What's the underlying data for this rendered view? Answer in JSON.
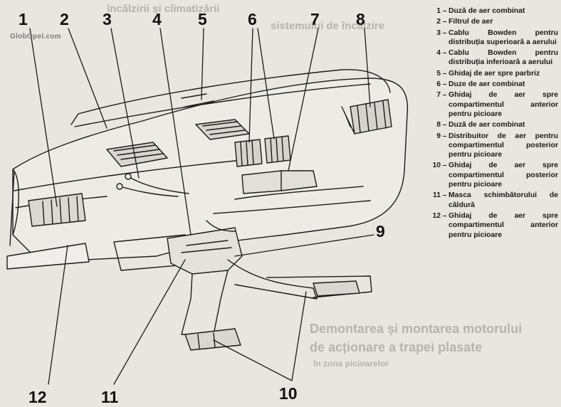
{
  "watermark": "GlobOpel.com",
  "callouts": {
    "c1": "1",
    "c2": "2",
    "c3": "3",
    "c4": "4",
    "c5": "5",
    "c6": "6",
    "c7": "7",
    "c8": "8",
    "c9": "9",
    "c10": "10",
    "c11": "11",
    "c12": "12"
  },
  "legend": [
    {
      "num": "1",
      "text": "Duză de aer combinat"
    },
    {
      "num": "2",
      "text": "Filtrul de aer"
    },
    {
      "num": "3",
      "text": "Cablu Bowden pentru distribuția superioară a aerului"
    },
    {
      "num": "4",
      "text": "Cablu Bowden pentru distribuția inferioară a aerului"
    },
    {
      "num": "5",
      "text": "Ghidaj de aer spre parbriz"
    },
    {
      "num": "6",
      "text": "Duze de aer combinat"
    },
    {
      "num": "7",
      "text": "Ghidaj de aer spre compartimentul anterior pentru picioare"
    },
    {
      "num": "8",
      "text": "Duză de aer combinat"
    },
    {
      "num": "9",
      "text": "Distribuitor de aer pentru compartimentul posterior pentru picioare"
    },
    {
      "num": "10",
      "text": "Ghidaj de aer spre compartimentul posterior pentru picioare"
    },
    {
      "num": "11",
      "text": "Masca schimbătorului de căldură"
    },
    {
      "num": "12",
      "text": "Ghidaj de aer spre compartimentul anterior pentru picioare"
    }
  ],
  "bleed_through": {
    "top_left": "încălzirii și climatizării",
    "top_right": "sistemului de încălzire",
    "mid": "Demontarea și montarea motorului",
    "mid2": "de acționare a trapei plasate",
    "mid3": "în zona picioarelor"
  }
}
